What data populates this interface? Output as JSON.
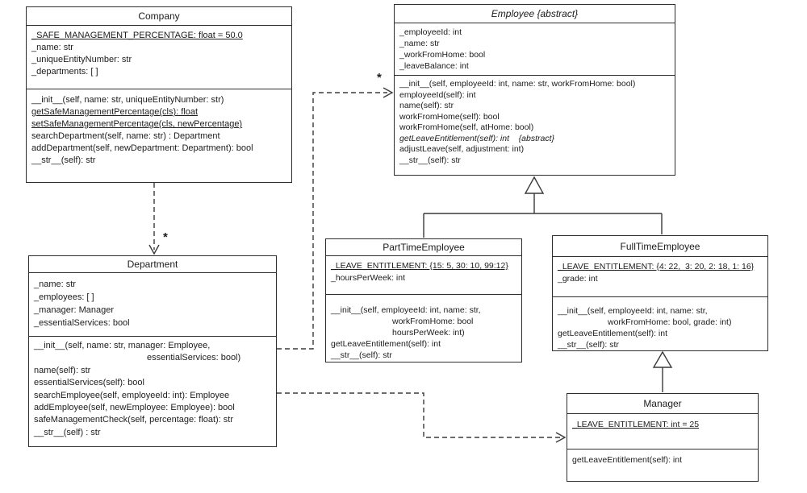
{
  "diagram_title": "UML class diagram",
  "classes": [
    {
      "id": "company",
      "name": "Company",
      "title_italic": false,
      "attributes": [
        {
          "text": "_SAFE_MANAGEMENT_PERCENTAGE: float = 50.0",
          "underline": true
        },
        "_name: str",
        "_uniqueEntityNumber: str",
        "_departments: [ ]"
      ],
      "methods": [
        "__init__(self, name: str, uniqueEntityNumber: str)",
        {
          "text": "getSafeManagementPercentage(cls): float",
          "underline": true
        },
        {
          "text": "setSafeManagementPercentage(cls, newPercentage)",
          "underline": true
        },
        "searchDepartment(self, name: str) : Department",
        "addDepartment(self, newDepartment: Department): bool",
        "__str__(self): str"
      ]
    },
    {
      "id": "employee",
      "name": "Employee {abstract}",
      "title_italic": true,
      "attributes": [
        "_employeeId: int",
        "_name: str",
        "_workFromHome: bool",
        "_leaveBalance: int"
      ],
      "methods": [
        "__init__(self, employeeId: int, name: str, workFromHome: bool)",
        "employeeId(self): int",
        "name(self): str",
        "workFromHome(self): bool",
        "workFromHome(self, atHome: bool)",
        {
          "text": "getLeaveEntitlement(self): int    {abstract}",
          "italic": true
        },
        "adjustLeave(self, adjustment: int)",
        "__str__(self): str"
      ]
    },
    {
      "id": "department",
      "name": "Department",
      "title_italic": false,
      "attributes": [
        "_name: str",
        "_employees: [ ]",
        "_manager: Manager",
        "_essentialServices: bool"
      ],
      "methods": [
        "__init__(self, name: str, manager: Employee,",
        {
          "text": "essentialServices: bool)",
          "indent": 140
        },
        "name(self): str",
        "essentialServices(self): bool",
        "searchEmployee(self, employeeId: int): Employee",
        "addEmployee(self, newEmployee: Employee): bool",
        "safeManagementCheck(self, percentage: float): str",
        "__str__(self) : str"
      ]
    },
    {
      "id": "parttime",
      "name": "PartTimeEmployee",
      "title_italic": false,
      "attributes": [
        {
          "text": "_LEAVE_ENTITLEMENT: {15: 5, 30: 10, 99:12}",
          "underline": true
        },
        "_hoursPerWeek: int"
      ],
      "methods": [
        "__init__(self, employeeId: int, name: str,",
        {
          "text": "workFromHome: bool",
          "indent": 76
        },
        {
          "text": "hoursPerWeek: int)",
          "indent": 76
        },
        "getLeaveEntitlement(self): int",
        "__str__(self): str"
      ]
    },
    {
      "id": "fulltime",
      "name": "FullTimeEmployee",
      "title_italic": false,
      "attributes": [
        {
          "text": "_LEAVE_ENTITLEMENT: {4: 22,  3: 20, 2: 18, 1: 16}",
          "underline": true
        },
        "_grade: int"
      ],
      "methods": [
        "__init__(self, employeeId: int, name: str,",
        {
          "text": "workFromHome: bool, grade: int)",
          "indent": 62
        },
        "getLeaveEntitlement(self): int",
        "__str__(self): str"
      ]
    },
    {
      "id": "manager",
      "name": "Manager",
      "title_italic": false,
      "attributes": [
        {
          "text": "_LEAVE_ENTITLEMENT: int = 25",
          "underline": true
        }
      ],
      "methods": [
        "getLeaveEntitlement(self): int"
      ]
    }
  ],
  "relations": [
    {
      "from": "Company",
      "to": "Department",
      "type": "dashed-dependency",
      "label": "*"
    },
    {
      "from": "Department",
      "to": "Employee",
      "type": "dashed-dependency",
      "label": "*"
    },
    {
      "from": "Department",
      "to": "Manager",
      "type": "dashed-dependency",
      "label": ""
    },
    {
      "from": "PartTimeEmployee",
      "to": "Employee",
      "type": "generalization",
      "label": ""
    },
    {
      "from": "FullTimeEmployee",
      "to": "Employee",
      "type": "generalization",
      "label": ""
    },
    {
      "from": "Manager",
      "to": "FullTimeEmployee",
      "type": "generalization",
      "label": ""
    }
  ],
  "colors": {
    "line": "#3a3a3a",
    "border": "#2e2e2e",
    "text": "#1c1c1c",
    "background": "#ffffff"
  }
}
